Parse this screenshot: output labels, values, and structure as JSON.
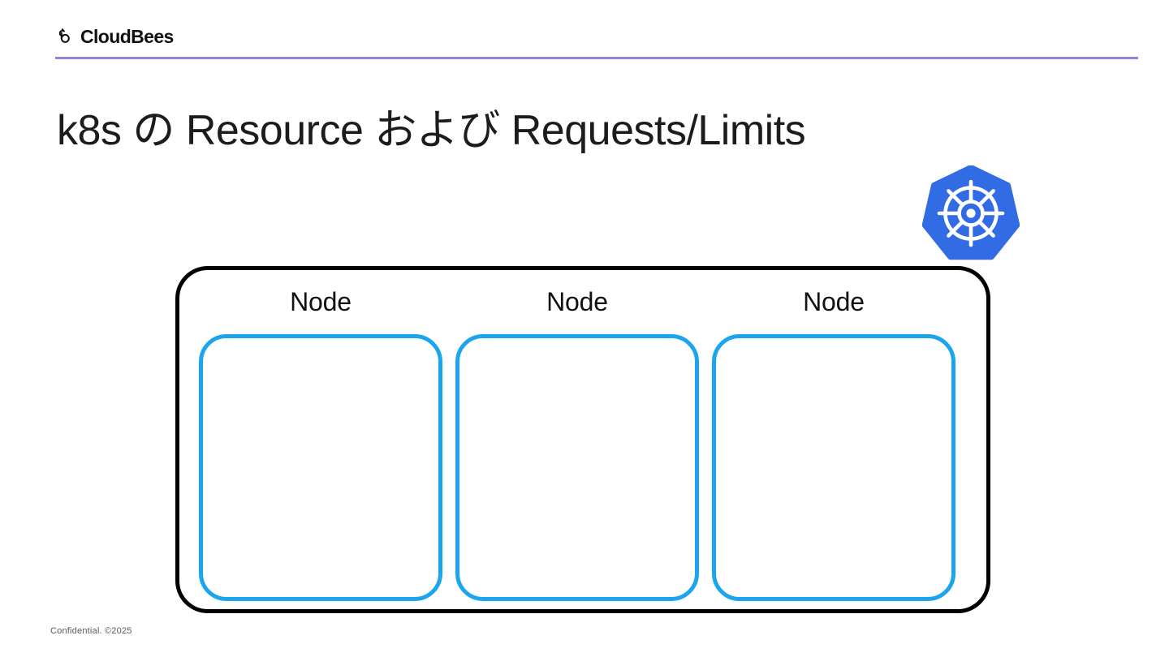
{
  "brand": {
    "name": "CloudBees",
    "mark_icon": "cloudbees-bee-icon",
    "rule_color": "#8d88de"
  },
  "title": "k8s の Resource および Requests/Limits",
  "logo": {
    "icon": "kubernetes-helm-wheel-icon",
    "fill_color": "#326ce5",
    "wheel_color": "#ffffff"
  },
  "diagram": {
    "container_name": "cluster-container",
    "container_border_color": "#000000",
    "node_border_color": "#1ca5ef",
    "nodes": [
      {
        "label": "Node"
      },
      {
        "label": "Node"
      },
      {
        "label": "Node"
      }
    ]
  },
  "footer": {
    "text": "Confidential. ©2025"
  }
}
